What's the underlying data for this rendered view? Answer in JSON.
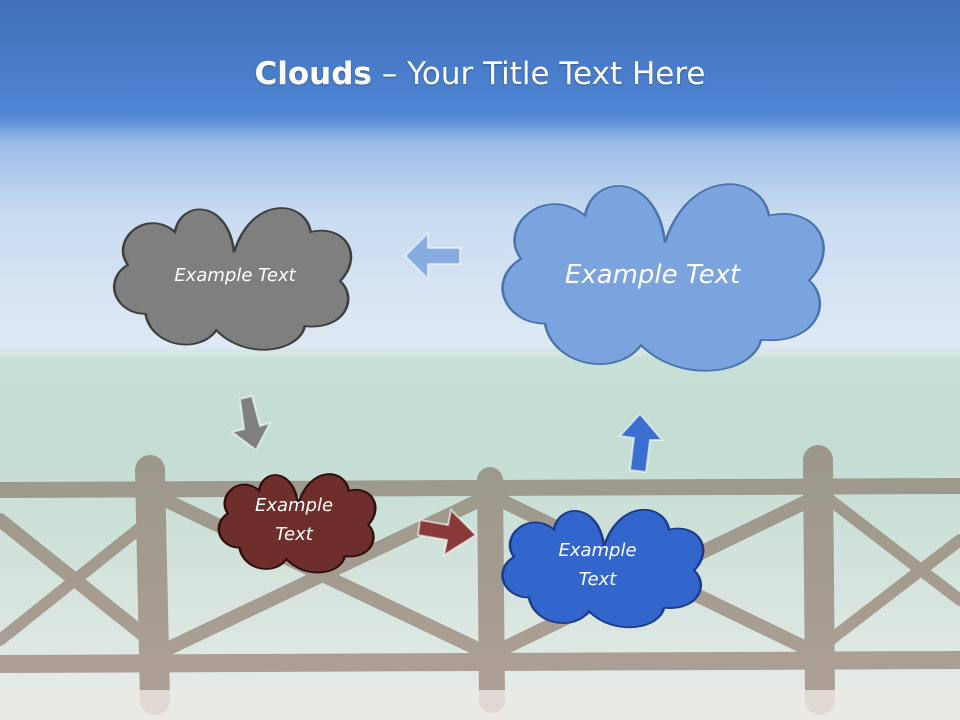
{
  "title": {
    "bold": "Clouds",
    "separator": " – ",
    "rest": "Your Title Text Here"
  },
  "clouds": {
    "gray": {
      "label": "Example Text",
      "fill": "#7f7f7f",
      "stroke": "#3f3f3f"
    },
    "light_blue": {
      "label": "Example Text",
      "fill": "#7ba4df",
      "stroke": "#4a72ad"
    },
    "maroon": {
      "label_line1": "Example",
      "label_line2": "Text",
      "fill": "#6e2e2b",
      "stroke": "#2f0f0e"
    },
    "dark_blue": {
      "label_line1": "Example",
      "label_line2": "Text",
      "fill": "#3366cc",
      "stroke": "#1c3c8a"
    }
  },
  "arrows": {
    "left_arrow": {
      "direction": "left",
      "color": "#7ba4df"
    },
    "down_arrow": {
      "direction": "down",
      "color": "#808080"
    },
    "right_arrow": {
      "direction": "right",
      "color": "#8b3a3a"
    },
    "up_arrow": {
      "direction": "up",
      "color": "#3a6fcf"
    }
  }
}
